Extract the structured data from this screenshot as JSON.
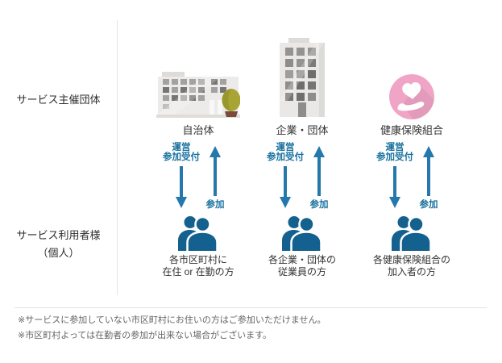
{
  "diagram": {
    "left_rail": {
      "host_label": "サービス主催団体",
      "user_label_line1": "サービス利用者様",
      "user_label_line2": "（個人）"
    },
    "columns": [
      {
        "icon": "city-hall-building-icon",
        "org_label": "自治体",
        "manage_label_line1": "運営",
        "manage_label_line2": "参加受付",
        "join_label": "参加",
        "user_icon": "people-group-icon",
        "user_label_line1": "各市区町村に",
        "user_label_line2": "在住 or 在勤の方"
      },
      {
        "icon": "office-building-icon",
        "org_label": "企業・団体",
        "manage_label_line1": "運営",
        "manage_label_line2": "参加受付",
        "join_label": "参加",
        "user_icon": "people-group-icon",
        "user_label_line1": "各企業・団体の",
        "user_label_line2": "従業員の方"
      },
      {
        "icon": "heart-in-hand-icon",
        "org_label": "健康保険組合",
        "manage_label_line1": "運営",
        "manage_label_line2": "参加受付",
        "join_label": "参加",
        "user_icon": "people-group-icon",
        "user_label_line1": "各健康保険組合の",
        "user_label_line2": "加入者の方"
      }
    ],
    "notes": [
      "※サービスに参加していない市区町村にお住いの方はご参加いただけません。",
      "※市区町村よっては在勤者の参加が出来ない場合がございます。"
    ]
  },
  "colors": {
    "label_blue": "#19719f",
    "arrow_blue": "#2478ab",
    "people_blue": "#14618f",
    "circle_pink": "#f1a5c6",
    "bush_green": "#a8a535",
    "pot_brown": "#7a4a3c",
    "building_gray": "#e9e8e6",
    "window_gray": "#8e8d8b",
    "divider_gray": "#e4e4e4",
    "text_dark": "#333333",
    "note_gray": "#666666"
  }
}
